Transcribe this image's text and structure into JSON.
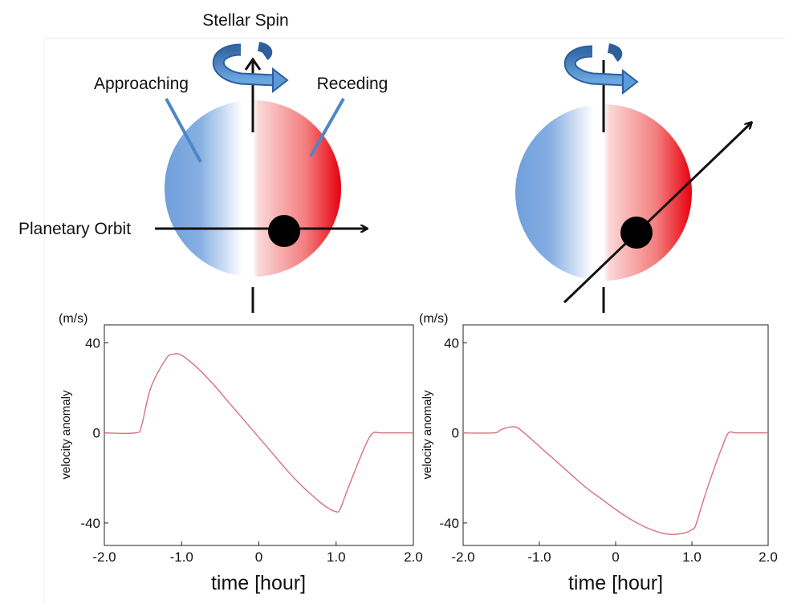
{
  "labels": {
    "stellar_spin": "Stellar Spin",
    "approaching": "Approaching",
    "receding": "Receding",
    "planetary_orbit": "Planetary Orbit"
  },
  "colors": {
    "approaching": "#6f9fdc",
    "receding": "#e8000f",
    "curve": "#d9707e",
    "spin_arrow": "#4d8ccc",
    "axis": "#222222"
  },
  "chart_data": [
    {
      "type": "line",
      "title": "",
      "xlabel": "time [hour]",
      "ylabel": "velocity anomaly",
      "yunit": "(m/s)",
      "xlim": [
        -2.0,
        2.0
      ],
      "ylim": [
        -50,
        48
      ],
      "xticks": [
        -2.0,
        -1.0,
        0,
        1.0,
        2.0
      ],
      "xtick_labels": [
        "-2.0",
        "-1.0",
        "0",
        "1.0",
        "2.0"
      ],
      "yticks": [
        40,
        0,
        -40
      ],
      "ytick_labels": [
        "40",
        "0",
        "-40"
      ],
      "grid": false,
      "legend": "none",
      "x": [
        -2.0,
        -1.6,
        -1.52,
        -1.4,
        -1.2,
        -1.1,
        -1.0,
        -0.8,
        -0.6,
        -0.4,
        -0.2,
        0.0,
        0.2,
        0.4,
        0.6,
        0.8,
        0.9,
        1.0,
        1.05,
        1.15,
        1.3,
        1.4,
        1.48,
        1.6,
        2.0
      ],
      "y": [
        0,
        0,
        3,
        20,
        33,
        35,
        34.5,
        29,
        22,
        14,
        6,
        -2,
        -10,
        -18,
        -25,
        -31,
        -33.5,
        -35,
        -34,
        -25,
        -12,
        -4,
        0,
        0,
        0
      ]
    },
    {
      "type": "line",
      "title": "",
      "xlabel": "time [hour]",
      "ylabel": "velocity anomaly",
      "yunit": "(m/s)",
      "xlim": [
        -2.0,
        2.0
      ],
      "ylim": [
        -50,
        48
      ],
      "xticks": [
        -2.0,
        -1.0,
        0,
        1.0,
        2.0
      ],
      "xtick_labels": [
        "-2.0",
        "-1.0",
        "0",
        "1.0",
        "2.0"
      ],
      "yticks": [
        40,
        0,
        -40
      ],
      "ytick_labels": [
        "40",
        "0",
        "-40"
      ],
      "grid": false,
      "legend": "none",
      "x": [
        -2.0,
        -1.6,
        -1.5,
        -1.4,
        -1.3,
        -1.2,
        -1.0,
        -0.8,
        -0.6,
        -0.4,
        -0.2,
        0.0,
        0.2,
        0.4,
        0.6,
        0.7,
        0.8,
        0.9,
        1.0,
        1.05,
        1.15,
        1.3,
        1.4,
        1.48,
        1.6,
        2.0
      ],
      "y": [
        0,
        0,
        1.5,
        2.5,
        2.5,
        0,
        -6,
        -12,
        -18,
        -24,
        -29,
        -34,
        -38.5,
        -42,
        -44.5,
        -45,
        -45,
        -44.5,
        -43,
        -41,
        -30,
        -15,
        -6,
        0,
        0,
        0
      ]
    }
  ]
}
